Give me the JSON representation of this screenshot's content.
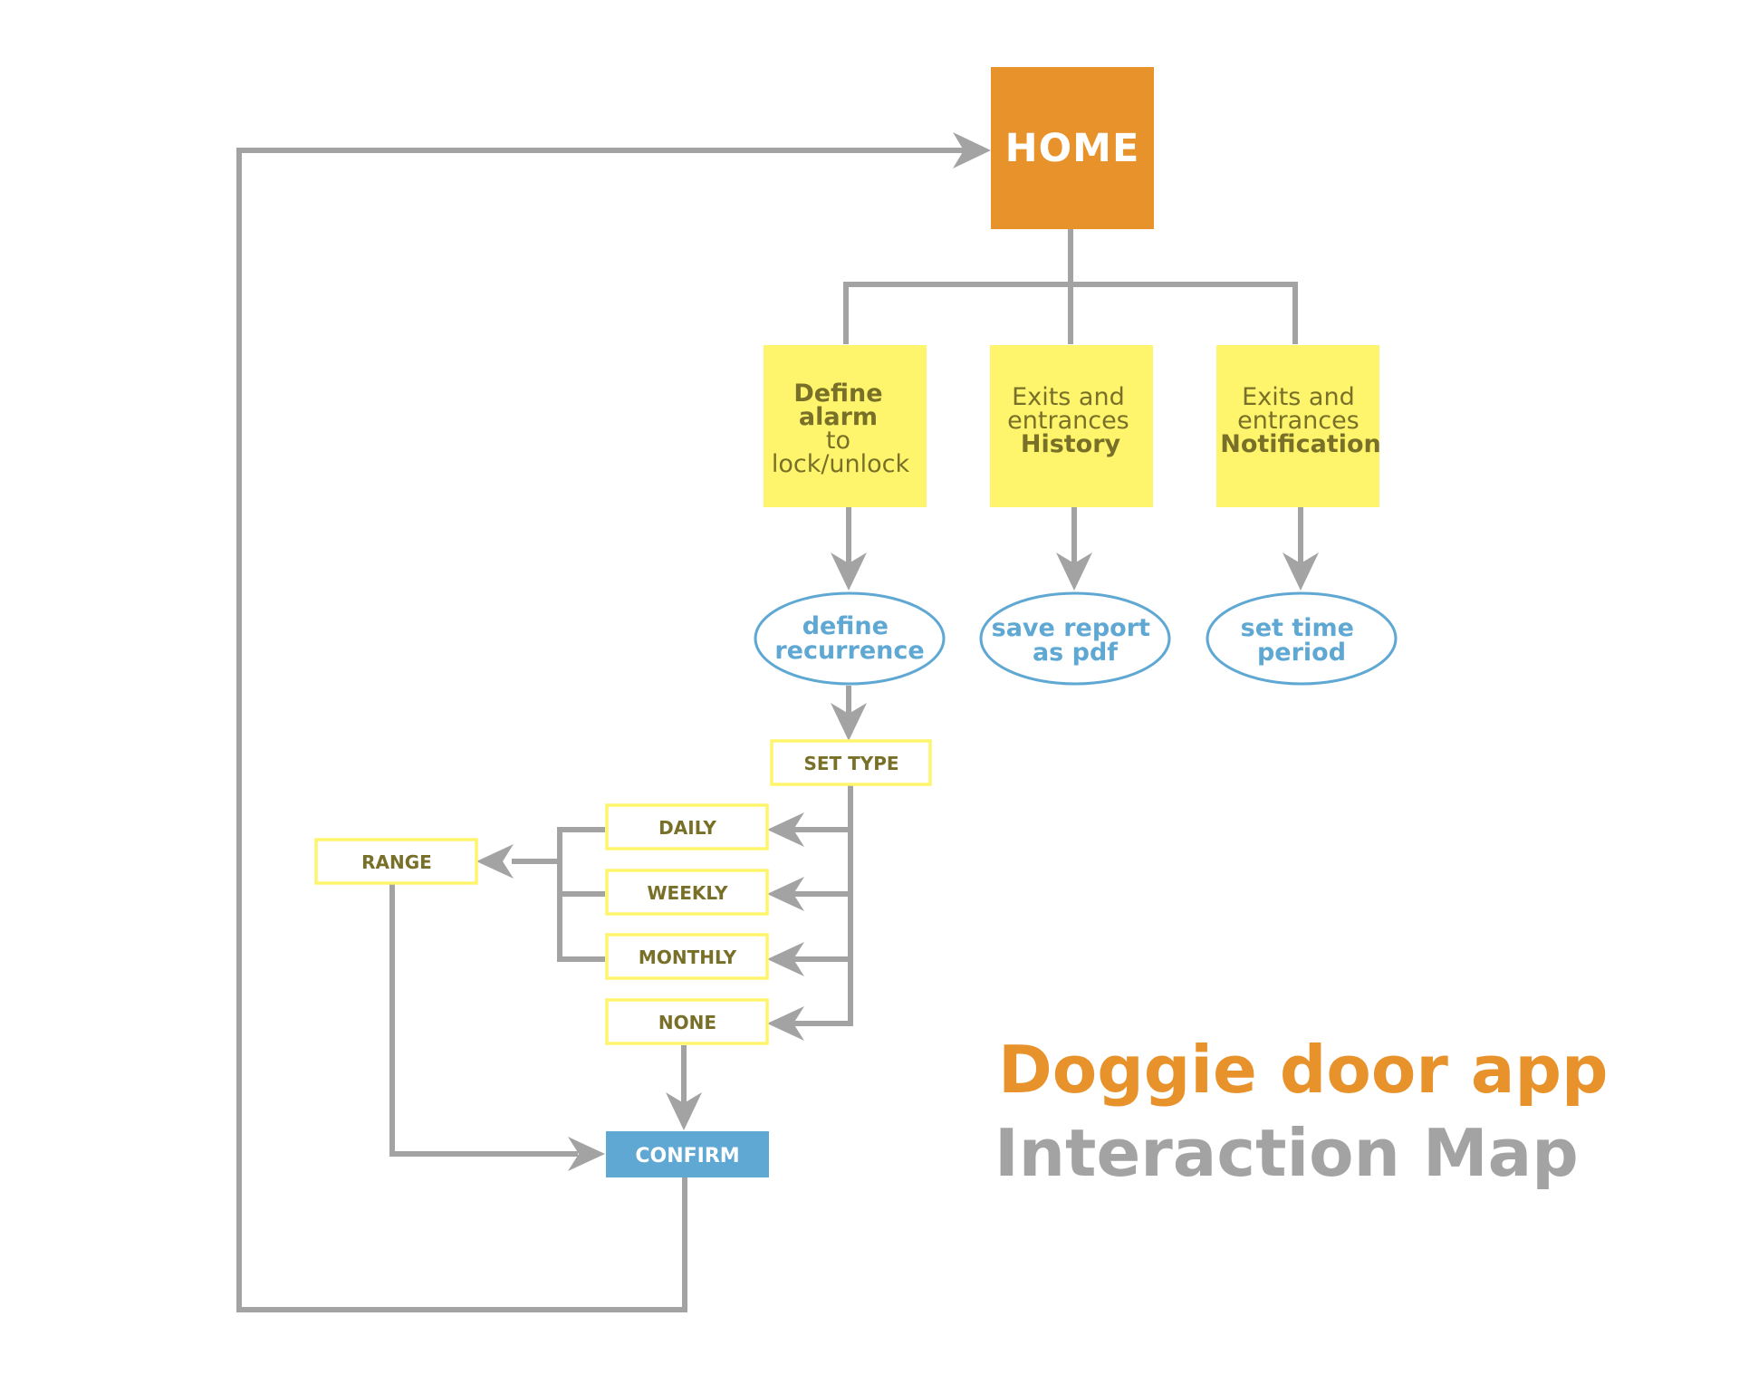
{
  "colors": {
    "home": "#e8922b",
    "note": "#fef56d",
    "oval_stroke": "#5fa8d3",
    "oval_text": "#5fa8d3",
    "option_stroke": "#fef56d",
    "option_text": "#787028",
    "confirm": "#5fa8d3",
    "connector": "#a3a3a3",
    "title_primary": "#e8922b",
    "title_secondary": "#a3a3a3"
  },
  "home": {
    "label": "HOME"
  },
  "features": [
    {
      "lines": [
        {
          "text": "Define",
          "bold": true
        },
        {
          "text": "alarm",
          "bold": true
        },
        {
          "text": "to",
          "bold": false
        },
        {
          "text": "lock/unlock",
          "bold": false
        }
      ]
    },
    {
      "lines": [
        {
          "text": "Exits and",
          "bold": false
        },
        {
          "text": "entrances",
          "bold": false
        },
        {
          "text": "History",
          "bold": true
        }
      ]
    },
    {
      "lines": [
        {
          "text": "Exits and",
          "bold": false
        },
        {
          "text": "entrances",
          "bold": false
        },
        {
          "text": "Notification",
          "bold": true
        }
      ]
    }
  ],
  "actions": [
    {
      "lines": [
        "define",
        "recurrence"
      ]
    },
    {
      "lines": [
        "save report",
        "as pdf"
      ]
    },
    {
      "lines": [
        "set time",
        "period"
      ]
    }
  ],
  "set_type": {
    "label": "SET TYPE"
  },
  "types": [
    {
      "label": "DAILY"
    },
    {
      "label": "WEEKLY"
    },
    {
      "label": "MONTHLY"
    },
    {
      "label": "NONE"
    }
  ],
  "range": {
    "label": "RANGE"
  },
  "confirm": {
    "label": "CONFIRM"
  },
  "title": {
    "line1": "Doggie door app",
    "line2": "Interaction Map"
  }
}
